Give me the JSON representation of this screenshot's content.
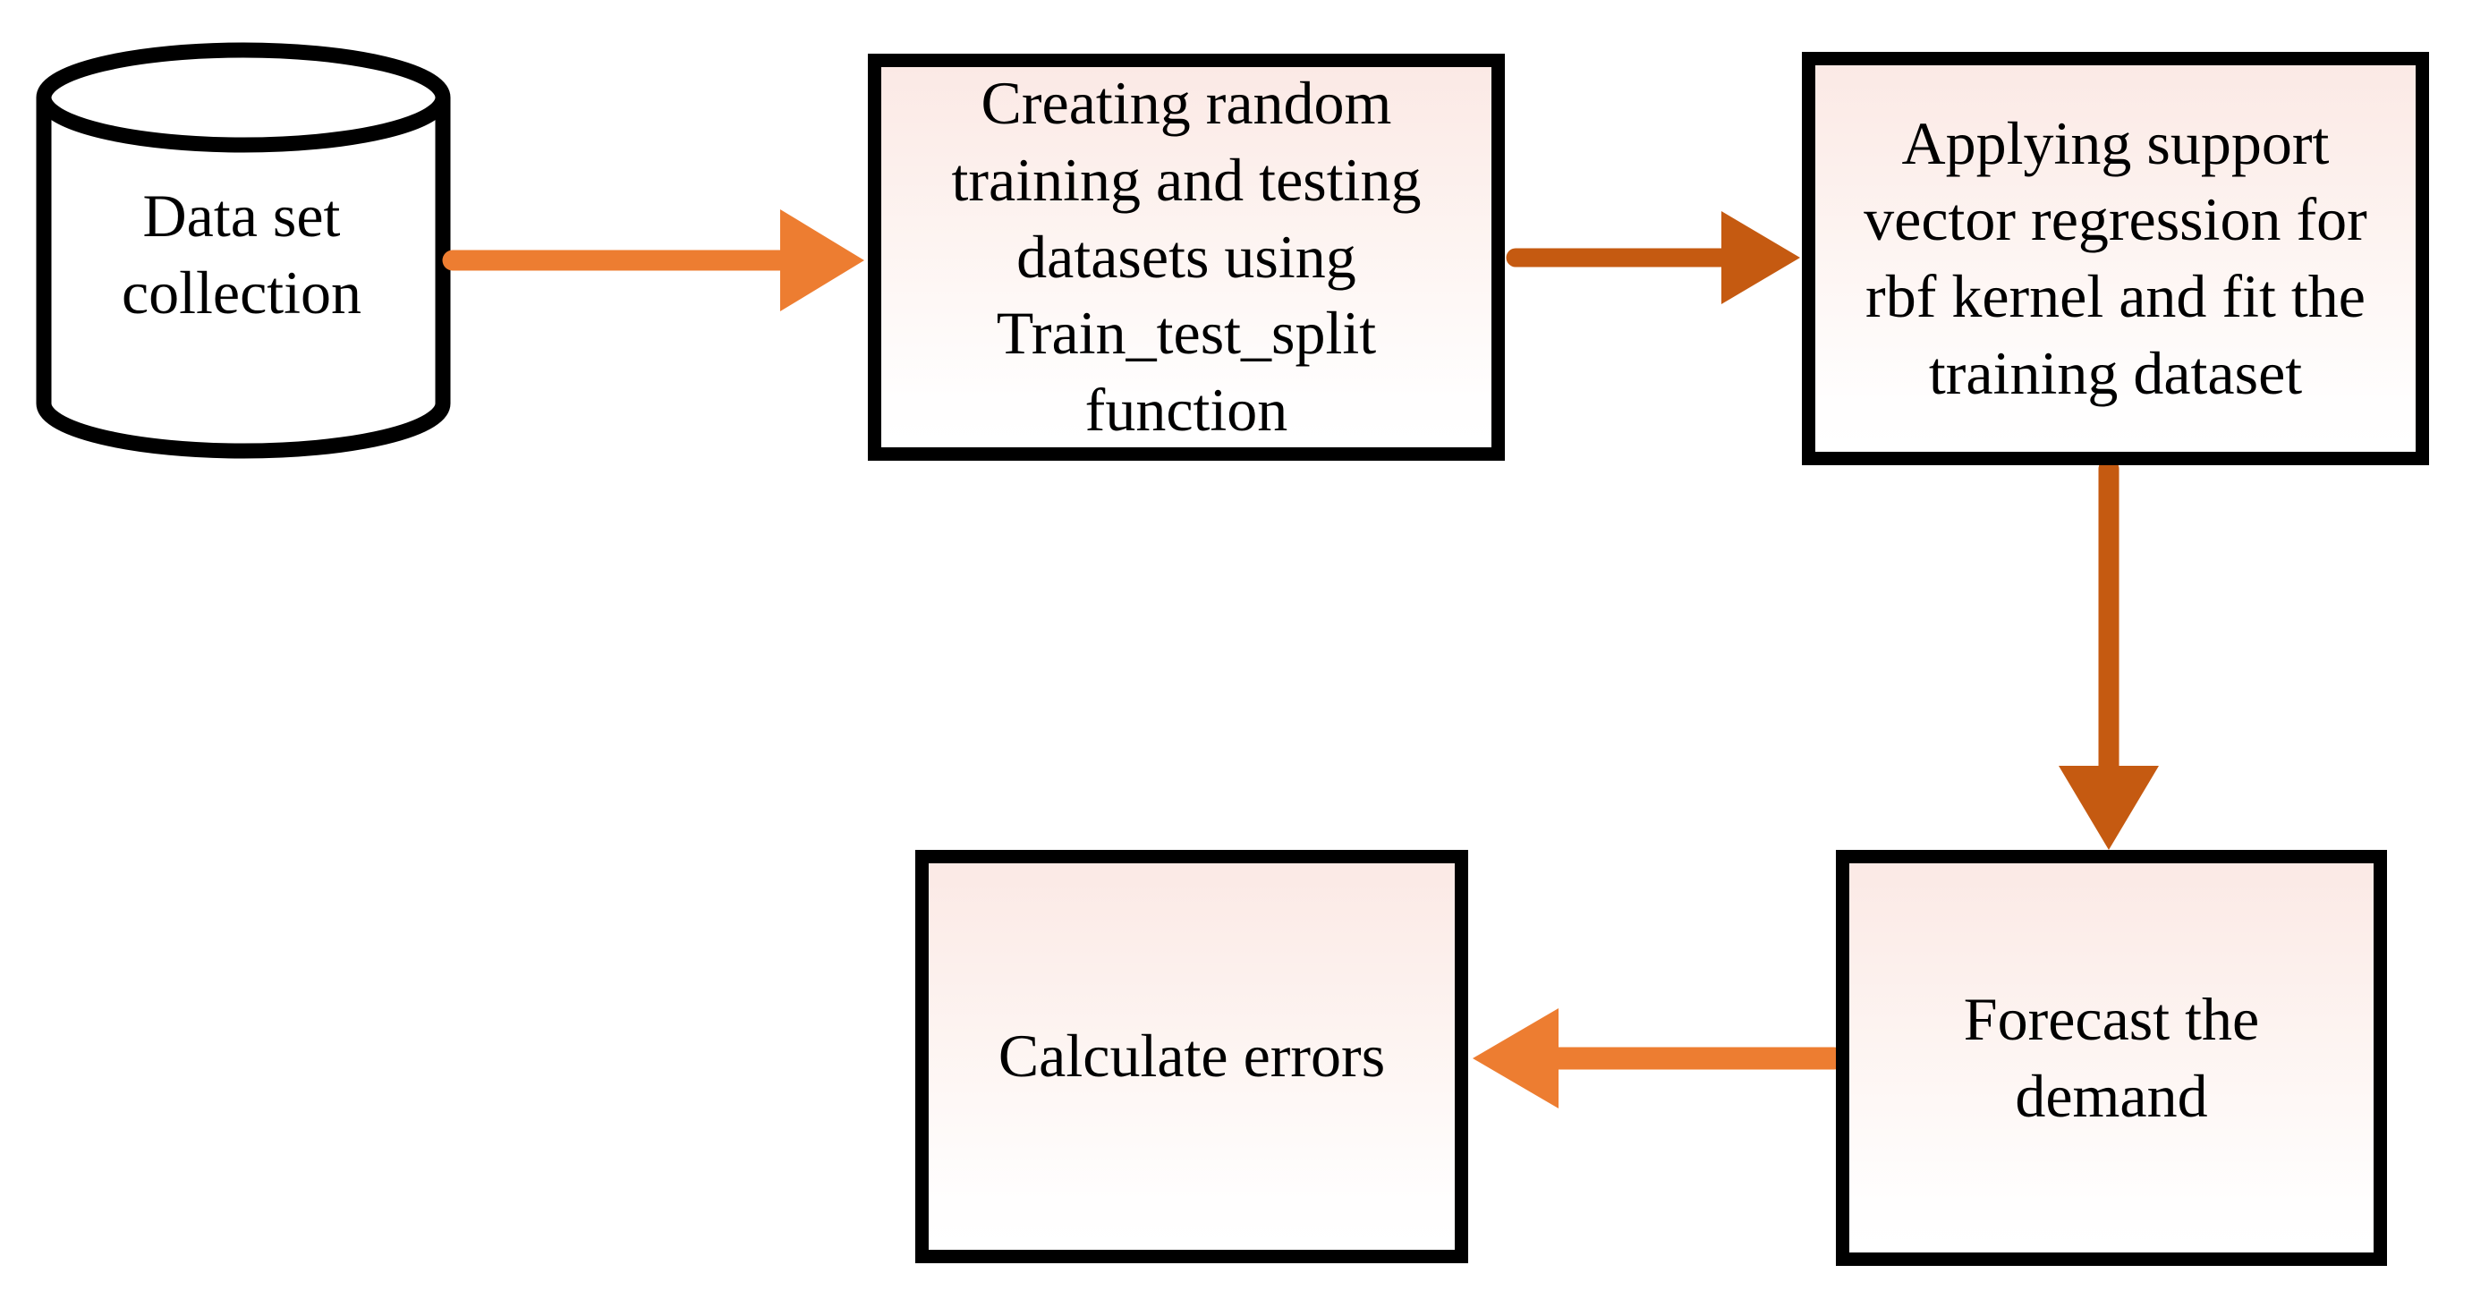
{
  "title": "Support vector regression demand forecasting flowchart",
  "colors": {
    "background": "#FFFFFF",
    "node_border": "#000000",
    "node_fill_top": "#FBE9E5",
    "node_fill_bottom": "#FFFFFF",
    "text": "#000000",
    "arrow_primary": "#ED7D31",
    "arrow_secondary": "#C55A11"
  },
  "diagram": {
    "type": "flowchart",
    "nodes": [
      {
        "id": "dataset",
        "shape": "cylinder",
        "label": "Data set\ncollection"
      },
      {
        "id": "split",
        "shape": "rect",
        "label": "Creating random\ntraining and testing\ndatasets using\nTrain_test_split\nfunction"
      },
      {
        "id": "svr",
        "shape": "rect",
        "label": "Applying support\nvector regression for\nrbf kernel and fit the\ntraining dataset"
      },
      {
        "id": "forecast",
        "shape": "rect",
        "label": "Forecast the\ndemand"
      },
      {
        "id": "errors",
        "shape": "rect",
        "label": "Calculate errors"
      }
    ],
    "edges": [
      {
        "from": "dataset",
        "to": "split",
        "direction": "right",
        "color": "#ED7D31"
      },
      {
        "from": "split",
        "to": "svr",
        "direction": "right",
        "color": "#C55A11"
      },
      {
        "from": "svr",
        "to": "forecast",
        "direction": "down",
        "color": "#C55A11"
      },
      {
        "from": "forecast",
        "to": "errors",
        "direction": "left",
        "color": "#ED7D31"
      }
    ]
  }
}
